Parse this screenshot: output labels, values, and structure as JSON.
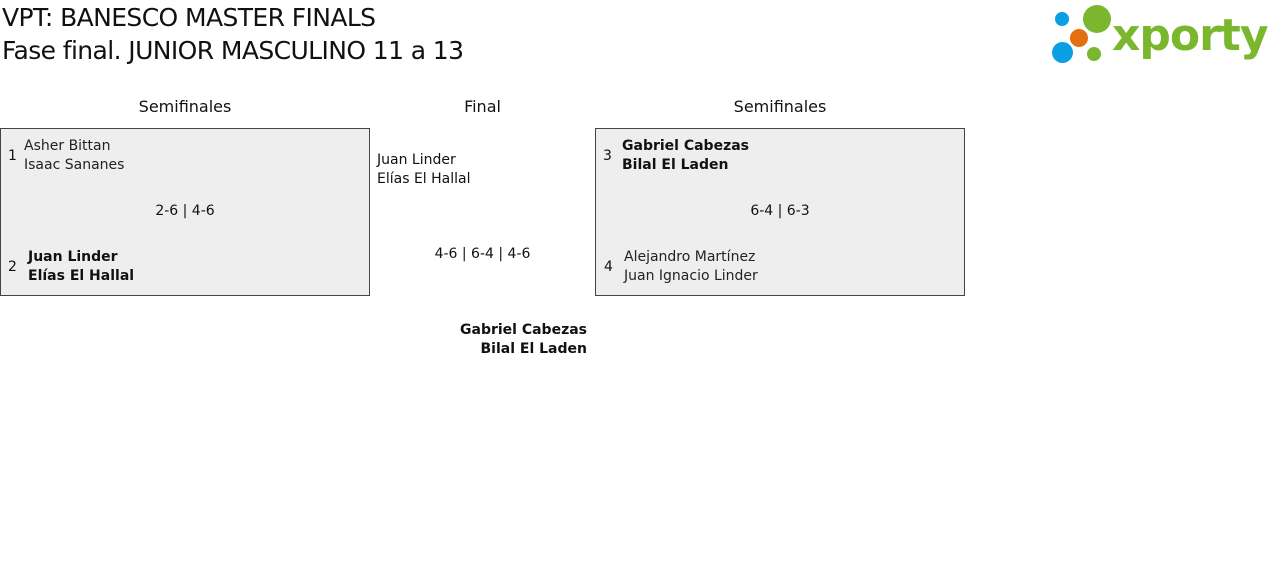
{
  "header": {
    "title": "VPT: BANESCO MASTER FINALS",
    "subtitle": "Fase final. JUNIOR MASCULINO 11 a 13"
  },
  "logo": {
    "text": "xporty",
    "colors": {
      "green": "#7ab72e",
      "blue": "#0a9ee2",
      "orange": "#e2700f"
    }
  },
  "columns": {
    "left": "Semifinales",
    "center": "Final",
    "right": "Semifinales"
  },
  "semifinal_left": {
    "team1": {
      "seed": "1",
      "player1": "Asher Bittan",
      "player2": "Isaac Sananes",
      "winner": false
    },
    "team2": {
      "seed": "2",
      "player1": "Juan Linder",
      "player2": "Elías El Hallal",
      "winner": true
    },
    "score": "2-6 | 4-6"
  },
  "semifinal_right": {
    "team1": {
      "seed": "3",
      "player1": "Gabriel Cabezas",
      "player2": "Bilal El Laden",
      "winner": true
    },
    "team2": {
      "seed": "4",
      "player1": "Alejandro Martínez",
      "player2": "Juan Ignacio Linder",
      "winner": false
    },
    "score": "6-4 | 6-3"
  },
  "final": {
    "team1": {
      "player1": "Juan Linder",
      "player2": "Elías El Hallal",
      "winner": false
    },
    "team2": {
      "player1": "Gabriel Cabezas",
      "player2": "Bilal El Laden",
      "winner": true
    },
    "score": "4-6 | 6-4 | 4-6"
  }
}
